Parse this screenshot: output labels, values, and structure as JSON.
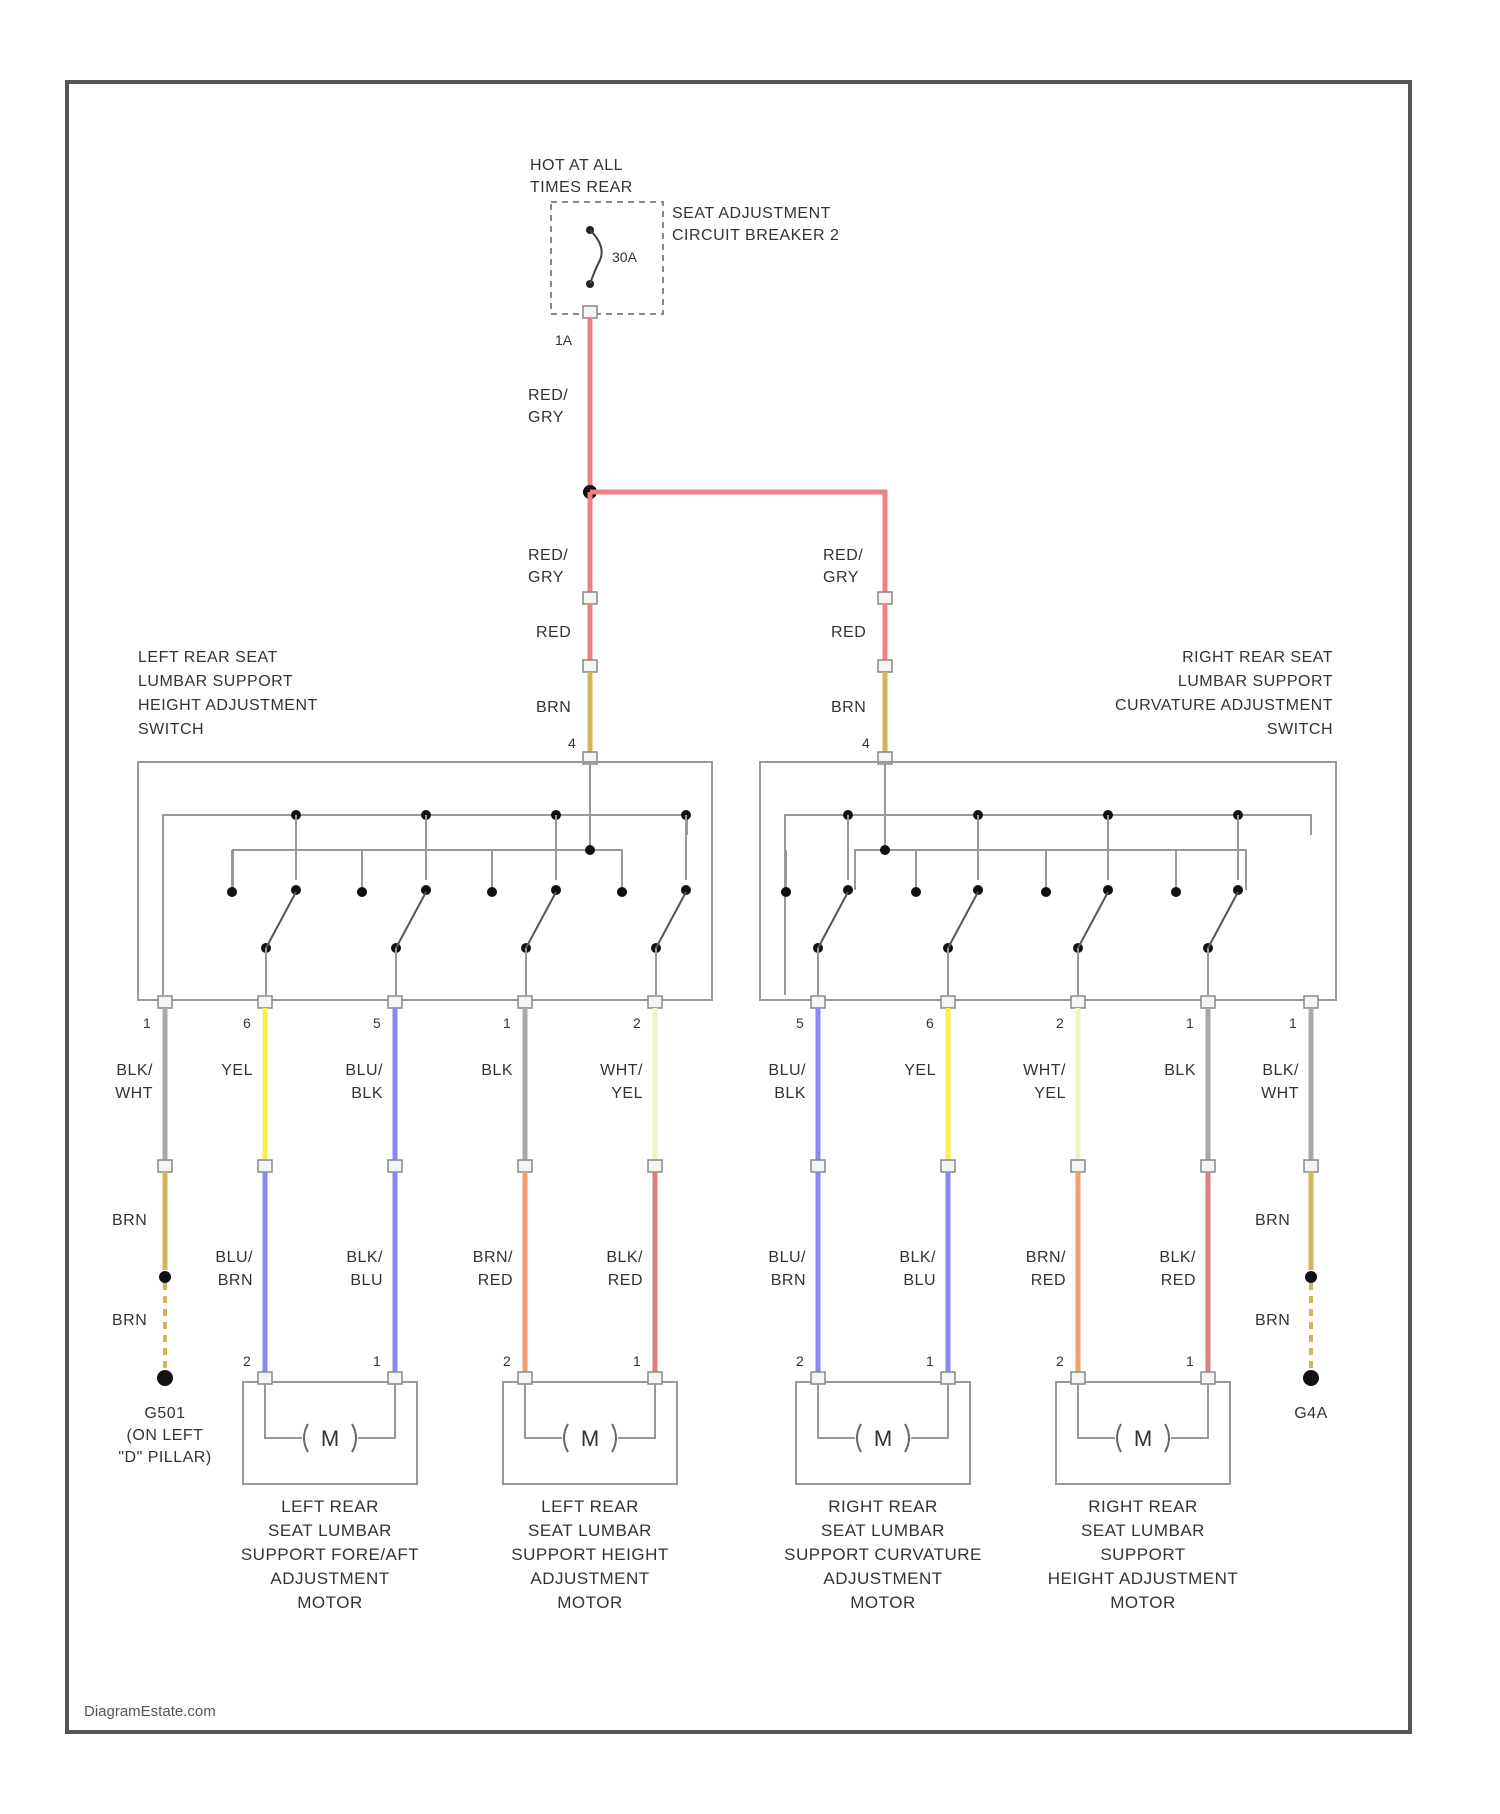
{
  "source_credit": "DiagramEstate.com",
  "colors": {
    "red": "#f08080",
    "brown": "#d2b45a",
    "gray": "#a8a8a8",
    "yellow": "#f5f050",
    "blue": "#8888ee",
    "white": "#f2f2c8",
    "orange": "#f0a070",
    "pink": "#d88080",
    "frame": "#555555"
  },
  "power": {
    "label_line1": "HOT AT ALL",
    "label_line2": "TIMES REAR",
    "breaker_line1": "SEAT ADJUSTMENT",
    "breaker_line2": "CIRCUIT BREAKER 2",
    "rating": "30A",
    "pin": "1A",
    "wire_top_1": "RED/",
    "wire_top_2": "GRY"
  },
  "left_switch": {
    "title": [
      "LEFT REAR SEAT",
      "LUMBAR SUPPORT",
      "HEIGHT ADJUSTMENT",
      "SWITCH"
    ],
    "feed": {
      "wire_1": "RED/",
      "wire_2": "GRY",
      "wire_mid": "RED",
      "wire_low": "BRN",
      "pin": "4"
    }
  },
  "right_switch": {
    "title": [
      "RIGHT REAR SEAT",
      "LUMBAR SUPPORT",
      "CURVATURE ADJUSTMENT",
      "SWITCH"
    ],
    "feed": {
      "wire_1": "RED/",
      "wire_2": "GRY",
      "wire_mid": "RED",
      "wire_low": "BRN",
      "pin": "4"
    }
  },
  "left_outputs": [
    {
      "pin": "1",
      "upper": [
        "BLK/",
        "WHT"
      ],
      "lower": [
        "BRN"
      ]
    },
    {
      "pin": "6",
      "upper": [
        "YEL"
      ],
      "lower": [
        "BLU/",
        "BRN"
      ]
    },
    {
      "pin": "5",
      "upper": [
        "BLU/",
        "BLK"
      ],
      "lower": [
        "BLK/",
        "BLU"
      ]
    },
    {
      "pin": "1",
      "upper": [
        "BLK"
      ],
      "lower": [
        "BRN/",
        "RED"
      ]
    },
    {
      "pin": "2",
      "upper": [
        "WHT/",
        "YEL"
      ],
      "lower": [
        "BLK/",
        "RED"
      ]
    }
  ],
  "right_outputs": [
    {
      "pin": "5",
      "upper": [
        "BLU/",
        "BLK"
      ],
      "lower": [
        "BLU/",
        "BRN"
      ]
    },
    {
      "pin": "6",
      "upper": [
        "YEL"
      ],
      "lower": [
        "BLK/",
        "BLU"
      ]
    },
    {
      "pin": "2",
      "upper": [
        "WHT/",
        "YEL"
      ],
      "lower": [
        "BRN/",
        "RED"
      ]
    },
    {
      "pin": "1",
      "upper": [
        "BLK"
      ],
      "lower": [
        "BLK/",
        "RED"
      ]
    },
    {
      "pin": "1",
      "upper": [
        "BLK/",
        "WHT"
      ],
      "lower": [
        "BRN"
      ]
    }
  ],
  "grounds": {
    "left": {
      "wire": "BRN",
      "label": [
        "G501",
        "(ON LEFT",
        "\"D\" PILLAR)"
      ]
    },
    "right": {
      "wire": "BRN",
      "label": [
        "G4A"
      ]
    }
  },
  "motors": [
    {
      "symbol": "M",
      "pins": [
        "2",
        "1"
      ],
      "caption": [
        "LEFT REAR",
        "SEAT LUMBAR",
        "SUPPORT FORE/AFT",
        "ADJUSTMENT",
        "MOTOR"
      ]
    },
    {
      "symbol": "M",
      "pins": [
        "2",
        "1"
      ],
      "caption": [
        "LEFT REAR",
        "SEAT LUMBAR",
        "SUPPORT HEIGHT",
        "ADJUSTMENT",
        "MOTOR"
      ]
    },
    {
      "symbol": "M",
      "pins": [
        "2",
        "1"
      ],
      "caption": [
        "RIGHT REAR",
        "SEAT LUMBAR",
        "SUPPORT CURVATURE",
        "ADJUSTMENT",
        "MOTOR"
      ]
    },
    {
      "symbol": "M",
      "pins": [
        "2",
        "1"
      ],
      "caption": [
        "RIGHT REAR",
        "SEAT LUMBAR",
        "SUPPORT",
        "HEIGHT ADJUSTMENT",
        "MOTOR"
      ]
    }
  ]
}
